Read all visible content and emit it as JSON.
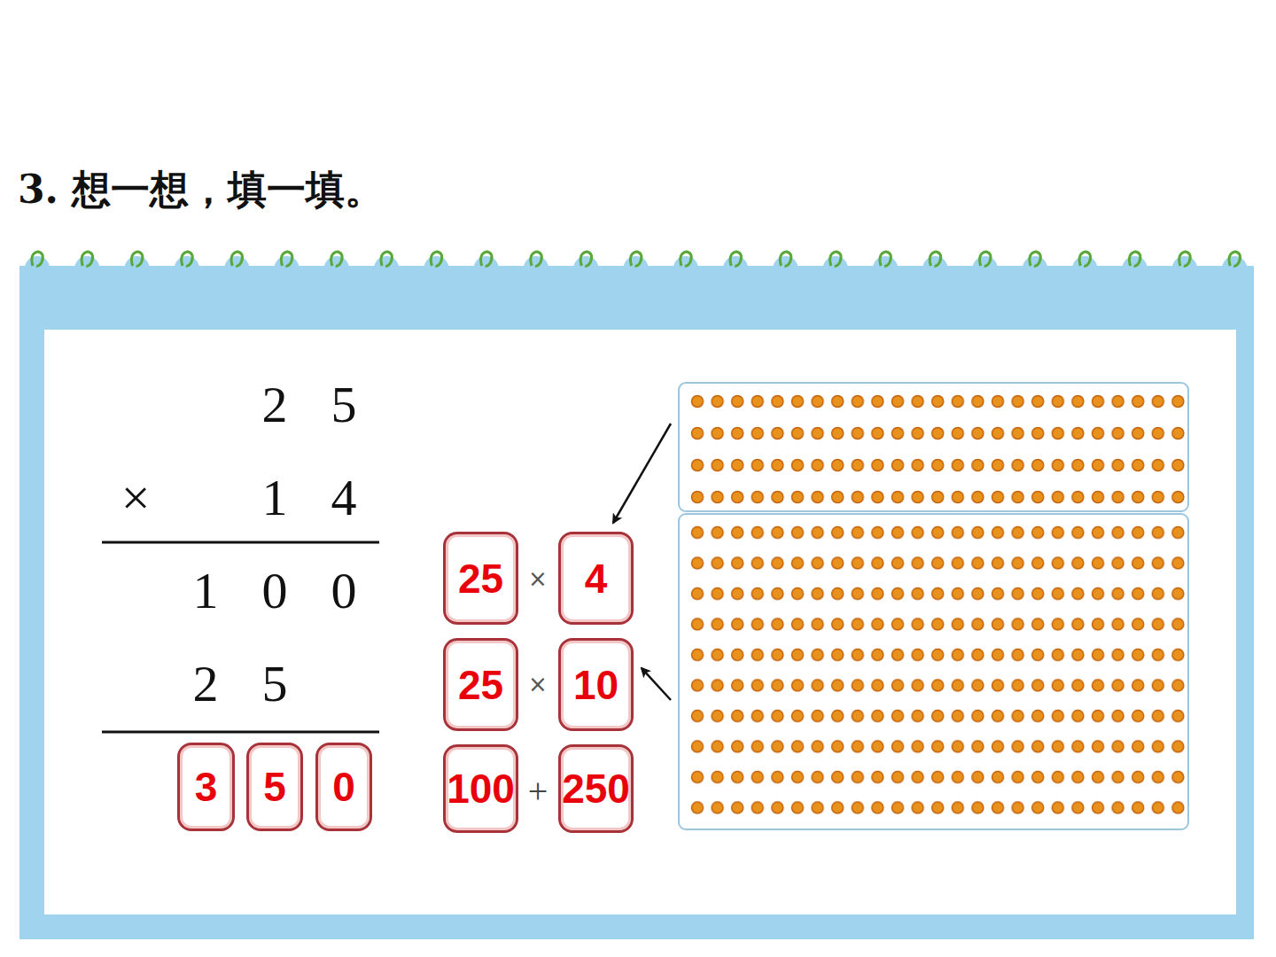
{
  "diagram": {
    "title": "3. 想一想，填一填。",
    "nodes": [
      {
        "text": [
          "25"
        ]
      },
      {
        "text": [
          "4"
        ]
      },
      {
        "text": [
          "25"
        ]
      },
      {
        "text": [
          "10"
        ]
      },
      {
        "text": [
          "3"
        ]
      },
      {
        "text": [
          "5"
        ]
      },
      {
        "text": [
          "0"
        ]
      },
      {
        "text": [
          "100"
        ]
      },
      {
        "text": [
          "250"
        ]
      }
    ],
    "labels": [
      "2",
      "5",
      "×",
      "1",
      "4",
      "1",
      "0",
      "0",
      "2",
      "5",
      "×",
      "×",
      "+"
    ]
  }
}
